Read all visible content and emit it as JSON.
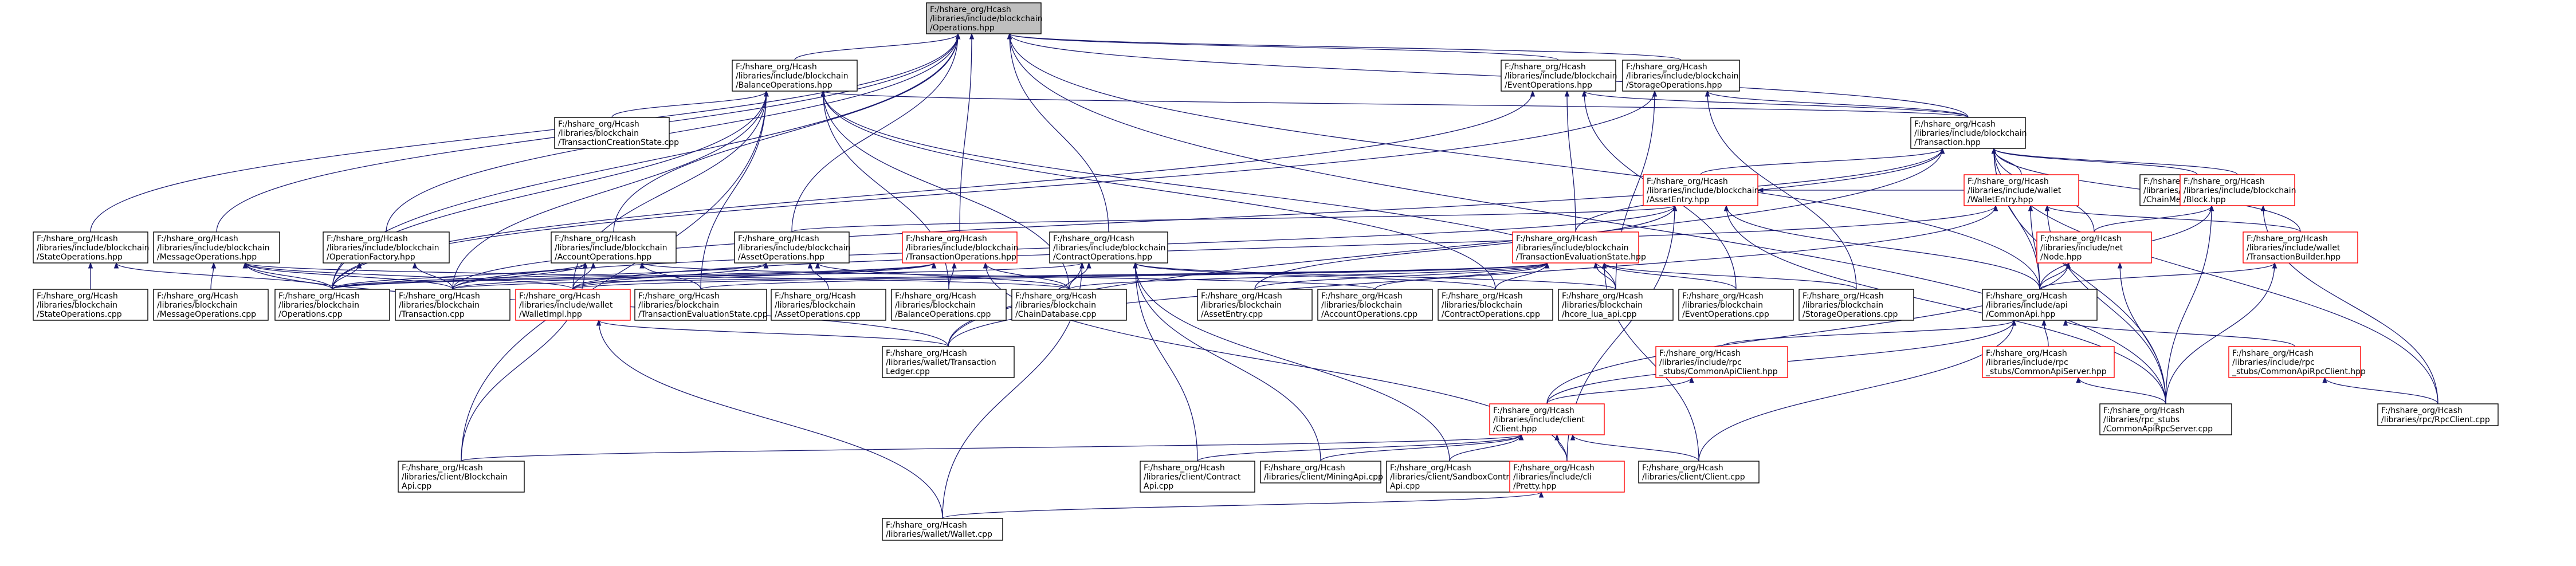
{
  "graph": {
    "edge_color": "#191970",
    "node_border": "#000000",
    "node_border_partial": "#ff0000",
    "root_fill": "#bfbfbf",
    "nodes": [
      {
        "id": "ops",
        "lines": [
          "F:/hshare_org/Hcash",
          "/libraries/include/blockchain",
          "/Operations.hpp"
        ],
        "style": "root"
      },
      {
        "id": "balops",
        "lines": [
          "F:/hshare_org/Hcash",
          "/libraries/include/blockchain",
          "/BalanceOperations.hpp"
        ]
      },
      {
        "id": "eventops",
        "lines": [
          "F:/hshare_org/Hcash",
          "/libraries/include/blockchain",
          "/EventOperations.hpp"
        ]
      },
      {
        "id": "storageops",
        "lines": [
          "F:/hshare_org/Hcash",
          "/libraries/include/blockchain",
          "/StorageOperations.hpp"
        ]
      },
      {
        "id": "transaction",
        "lines": [
          "F:/hshare_org/Hcash",
          "/libraries/include/blockchain",
          "/Transaction.hpp"
        ]
      },
      {
        "id": "txcreation",
        "lines": [
          "F:/hshare_org/Hcash",
          "/libraries/blockchain",
          "/TransactionCreationState.cpp"
        ]
      },
      {
        "id": "assetentry",
        "lines": [
          "F:/hshare_org/Hcash",
          "/libraries/include/blockchain",
          "/AssetEntry.hpp"
        ],
        "style": "red"
      },
      {
        "id": "walletentry",
        "lines": [
          "F:/hshare_org/Hcash",
          "/libraries/include/wallet",
          "/WalletEntry.hpp"
        ],
        "style": "red"
      },
      {
        "id": "chainmsg",
        "lines": [
          "F:/hshare_org/Hcash",
          "/libraries/include/net",
          "/ChainMessages.hpp"
        ]
      },
      {
        "id": "block",
        "lines": [
          "F:/hshare_org/Hcash",
          "/libraries/include/blockchain",
          "/Block.hpp"
        ],
        "style": "red"
      },
      {
        "id": "stateops",
        "lines": [
          "F:/hshare_org/Hcash",
          "/libraries/include/blockchain",
          "/StateOperations.hpp"
        ]
      },
      {
        "id": "msgops",
        "lines": [
          "F:/hshare_org/Hcash",
          "/libraries/include/blockchain",
          "/MessageOperations.hpp"
        ]
      },
      {
        "id": "opfactory",
        "lines": [
          "F:/hshare_org/Hcash",
          "/libraries/include/blockchain",
          "/OperationFactory.hpp"
        ]
      },
      {
        "id": "accountops",
        "lines": [
          "F:/hshare_org/Hcash",
          "/libraries/include/blockchain",
          "/AccountOperations.hpp"
        ]
      },
      {
        "id": "assetops",
        "lines": [
          "F:/hshare_org/Hcash",
          "/libraries/include/blockchain",
          "/AssetOperations.hpp"
        ]
      },
      {
        "id": "txops",
        "lines": [
          "F:/hshare_org/Hcash",
          "/libraries/include/blockchain",
          "/TransactionOperations.hpp"
        ],
        "style": "red"
      },
      {
        "id": "contractops",
        "lines": [
          "F:/hshare_org/Hcash",
          "/libraries/include/blockchain",
          "/ContractOperations.hpp"
        ]
      },
      {
        "id": "txevalstate",
        "lines": [
          "F:/hshare_org/Hcash",
          "/libraries/include/blockchain",
          "/TransactionEvaluationState.hpp"
        ],
        "style": "red"
      },
      {
        "id": "node",
        "lines": [
          "F:/hshare_org/Hcash",
          "/libraries/include/net",
          "/Node.hpp"
        ],
        "style": "red"
      },
      {
        "id": "txbuilder",
        "lines": [
          "F:/hshare_org/Hcash",
          "/libraries/include/wallet",
          "/TransactionBuilder.hpp"
        ],
        "style": "red"
      },
      {
        "id": "stateops_cpp",
        "lines": [
          "F:/hshare_org/Hcash",
          "/libraries/blockchain",
          "/StateOperations.cpp"
        ]
      },
      {
        "id": "msgops_cpp",
        "lines": [
          "F:/hshare_org/Hcash",
          "/libraries/blockchain",
          "/MessageOperations.cpp"
        ]
      },
      {
        "id": "ops_cpp",
        "lines": [
          "F:/hshare_org/Hcash",
          "/libraries/blockchain",
          "/Operations.cpp"
        ]
      },
      {
        "id": "tx_cpp",
        "lines": [
          "F:/hshare_org/Hcash",
          "/libraries/blockchain",
          "/Transaction.cpp"
        ]
      },
      {
        "id": "walletimpl",
        "lines": [
          "F:/hshare_org/Hcash",
          "/libraries/include/wallet",
          "/WalletImpl.hpp"
        ],
        "style": "red"
      },
      {
        "id": "txevalstate_cpp",
        "lines": [
          "F:/hshare_org/Hcash",
          "/libraries/blockchain",
          "/TransactionEvaluationState.cpp"
        ]
      },
      {
        "id": "assetops_cpp",
        "lines": [
          "F:/hshare_org/Hcash",
          "/libraries/blockchain",
          "/AssetOperations.cpp"
        ]
      },
      {
        "id": "balops_cpp",
        "lines": [
          "F:/hshare_org/Hcash",
          "/libraries/blockchain",
          "/BalanceOperations.cpp"
        ]
      },
      {
        "id": "chaindb_cpp",
        "lines": [
          "F:/hshare_org/Hcash",
          "/libraries/blockchain",
          "/ChainDatabase.cpp"
        ]
      },
      {
        "id": "assetentry_cpp",
        "lines": [
          "F:/hshare_org/Hcash",
          "/libraries/blockchain",
          "/AssetEntry.cpp"
        ]
      },
      {
        "id": "accountops_cpp",
        "lines": [
          "F:/hshare_org/Hcash",
          "/libraries/blockchain",
          "/AccountOperations.cpp"
        ]
      },
      {
        "id": "contractops_cpp",
        "lines": [
          "F:/hshare_org/Hcash",
          "/libraries/blockchain",
          "/ContractOperations.cpp"
        ]
      },
      {
        "id": "hcore_lua",
        "lines": [
          "F:/hshare_org/Hcash",
          "/libraries/blockchain",
          "/hcore_lua_api.cpp"
        ]
      },
      {
        "id": "eventops_cpp",
        "lines": [
          "F:/hshare_org/Hcash",
          "/libraries/blockchain",
          "/EventOperations.cpp"
        ]
      },
      {
        "id": "storageops_cpp",
        "lines": [
          "F:/hshare_org/Hcash",
          "/libraries/blockchain",
          "/StorageOperations.cpp"
        ]
      },
      {
        "id": "commonapi",
        "lines": [
          "F:/hshare_org/Hcash",
          "/libraries/include/api",
          "/CommonApi.hpp"
        ]
      },
      {
        "id": "txledger",
        "lines": [
          "F:/hshare_org/Hcash",
          "/libraries/wallet/Transaction",
          "Ledger.cpp"
        ]
      },
      {
        "id": "rpcclient_hpp",
        "lines": [
          "F:/hshare_org/Hcash",
          "/libraries/include/rpc",
          "_stubs/CommonApiClient.hpp"
        ],
        "style": "red"
      },
      {
        "id": "rpcserver_hpp",
        "lines": [
          "F:/hshare_org/Hcash",
          "/libraries/include/rpc",
          "_stubs/CommonApiServer.hpp"
        ],
        "style": "red"
      },
      {
        "id": "rpcapiclient_hpp",
        "lines": [
          "F:/hshare_org/Hcash",
          "/libraries/include/rpc",
          "_stubs/CommonApiRpcClient.hpp"
        ],
        "style": "red"
      },
      {
        "id": "client_hpp",
        "lines": [
          "F:/hshare_org/Hcash",
          "/libraries/include/client",
          "/Client.hpp"
        ],
        "style": "red"
      },
      {
        "id": "rpcserver_cpp",
        "lines": [
          "F:/hshare_org/Hcash",
          "/libraries/rpc_stubs",
          "/CommonApiRpcServer.cpp"
        ]
      },
      {
        "id": "rpcclient_cpp",
        "lines": [
          "F:/hshare_org/Hcash",
          "/libraries/rpc/RpcClient.cpp"
        ]
      },
      {
        "id": "blockchainapi",
        "lines": [
          "F:/hshare_org/Hcash",
          "/libraries/client/Blockchain",
          "Api.cpp"
        ]
      },
      {
        "id": "contractapi",
        "lines": [
          "F:/hshare_org/Hcash",
          "/libraries/client/Contract",
          "Api.cpp"
        ]
      },
      {
        "id": "miningapi",
        "lines": [
          "F:/hshare_org/Hcash",
          "/libraries/client/MiningApi.cpp"
        ]
      },
      {
        "id": "sandboxapi",
        "lines": [
          "F:/hshare_org/Hcash",
          "/libraries/client/SandboxContract",
          "Api.cpp"
        ]
      },
      {
        "id": "pretty",
        "lines": [
          "F:/hshare_org/Hcash",
          "/libraries/include/cli",
          "/Pretty.hpp"
        ],
        "style": "red"
      },
      {
        "id": "client_cpp",
        "lines": [
          "F:/hshare_org/Hcash",
          "/libraries/client/Client.cpp"
        ]
      },
      {
        "id": "wallet_cpp",
        "lines": [
          "F:/hshare_org/Hcash",
          "/libraries/wallet/Wallet.cpp"
        ]
      }
    ],
    "edges": [
      [
        "balops",
        "ops"
      ],
      [
        "eventops",
        "ops"
      ],
      [
        "storageops",
        "ops"
      ],
      [
        "transaction",
        "ops"
      ],
      [
        "stateops",
        "ops"
      ],
      [
        "msgops",
        "ops"
      ],
      [
        "opfactory",
        "ops"
      ],
      [
        "accountops",
        "ops"
      ],
      [
        "assetops",
        "ops"
      ],
      [
        "txops",
        "ops"
      ],
      [
        "contractops",
        "ops"
      ],
      [
        "commonapi",
        "ops"
      ],
      [
        "rpcserver_cpp",
        "ops"
      ],
      [
        "ops_cpp",
        "ops"
      ],
      [
        "transaction",
        "balops"
      ],
      [
        "txcreation",
        "balops"
      ],
      [
        "ops_cpp",
        "balops"
      ],
      [
        "tx_cpp",
        "balops"
      ],
      [
        "txevalstate_cpp",
        "balops"
      ],
      [
        "balops_cpp",
        "balops"
      ],
      [
        "chaindb_cpp",
        "balops"
      ],
      [
        "contractops_cpp",
        "balops"
      ],
      [
        "hcore_lua",
        "balops"
      ],
      [
        "blockchainapi",
        "balops"
      ],
      [
        "walletimpl",
        "balops"
      ],
      [
        "transaction",
        "eventops"
      ],
      [
        "txevalstate",
        "eventops"
      ],
      [
        "eventops_cpp",
        "eventops"
      ],
      [
        "ops_cpp",
        "eventops"
      ],
      [
        "transaction",
        "storageops"
      ],
      [
        "storageops_cpp",
        "storageops"
      ],
      [
        "hcore_lua",
        "storageops"
      ],
      [
        "ops_cpp",
        "storageops"
      ],
      [
        "assetentry",
        "transaction"
      ],
      [
        "walletentry",
        "transaction"
      ],
      [
        "chainmsg",
        "transaction"
      ],
      [
        "block",
        "transaction"
      ],
      [
        "node",
        "transaction"
      ],
      [
        "txbuilder",
        "transaction"
      ],
      [
        "commonapi",
        "transaction"
      ],
      [
        "txevalstate",
        "transaction"
      ],
      [
        "tx_cpp",
        "transaction"
      ],
      [
        "rpcserver_cpp",
        "transaction"
      ],
      [
        "rpcclient_cpp",
        "transaction"
      ],
      [
        "txledger",
        "transaction"
      ],
      [
        "assetops",
        "assetentry"
      ],
      [
        "commonapi",
        "assetentry"
      ],
      [
        "walletentry",
        "assetentry"
      ],
      [
        "pretty",
        "assetentry"
      ],
      [
        "tx_cpp",
        "assetentry"
      ],
      [
        "assetentry_cpp",
        "assetentry"
      ],
      [
        "rpcserver_cpp",
        "assetentry"
      ],
      [
        "walletimpl",
        "walletentry"
      ],
      [
        "commonapi",
        "walletentry"
      ],
      [
        "txbuilder",
        "walletentry"
      ],
      [
        "rpcserver_cpp",
        "walletentry"
      ],
      [
        "txledger",
        "walletentry"
      ],
      [
        "node",
        "block"
      ],
      [
        "chainmsg",
        "block"
      ],
      [
        "commonapi",
        "block"
      ],
      [
        "rpcserver_cpp",
        "block"
      ],
      [
        "rpcclient_cpp",
        "block"
      ],
      [
        "commonapi",
        "txbuilder"
      ],
      [
        "rpcserver_cpp",
        "txbuilder"
      ],
      [
        "client_hpp",
        "node"
      ],
      [
        "rpcserver_cpp",
        "node"
      ],
      [
        "commonapi",
        "node"
      ],
      [
        "stateops_cpp",
        "stateops"
      ],
      [
        "ops_cpp",
        "stateops"
      ],
      [
        "msgops_cpp",
        "msgops"
      ],
      [
        "ops_cpp",
        "msgops"
      ],
      [
        "tx_cpp",
        "msgops"
      ],
      [
        "walletimpl",
        "msgops"
      ],
      [
        "chaindb_cpp",
        "msgops"
      ],
      [
        "txledger",
        "msgops"
      ],
      [
        "ops_cpp",
        "opfactory"
      ],
      [
        "tx_cpp",
        "opfactory"
      ],
      [
        "ops_cpp",
        "accountops"
      ],
      [
        "tx_cpp",
        "accountops"
      ],
      [
        "walletimpl",
        "accountops"
      ],
      [
        "accountops_cpp",
        "accountops"
      ],
      [
        "txevalstate_cpp",
        "accountops"
      ],
      [
        "blockchainapi",
        "accountops"
      ],
      [
        "assetops_cpp",
        "assetops"
      ],
      [
        "ops_cpp",
        "assetops"
      ],
      [
        "walletimpl",
        "assetops"
      ],
      [
        "chaindb_cpp",
        "assetops"
      ],
      [
        "ops_cpp",
        "txops"
      ],
      [
        "tx_cpp",
        "txops"
      ],
      [
        "walletimpl",
        "txops"
      ],
      [
        "balops_cpp",
        "txops"
      ],
      [
        "chaindb_cpp",
        "txops"
      ],
      [
        "pretty",
        "txops"
      ],
      [
        "contractops_cpp",
        "contractops"
      ],
      [
        "ops_cpp",
        "contractops"
      ],
      [
        "hcore_lua",
        "contractops"
      ],
      [
        "chaindb_cpp",
        "contractops"
      ],
      [
        "contractapi",
        "contractops"
      ],
      [
        "sandboxapi",
        "contractops"
      ],
      [
        "wallet_cpp",
        "contractops"
      ],
      [
        "txledger",
        "contractops"
      ],
      [
        "miningapi",
        "contractops"
      ],
      [
        "accountops_cpp",
        "txevalstate"
      ],
      [
        "assetentry_cpp",
        "txevalstate"
      ],
      [
        "contractops_cpp",
        "txevalstate"
      ],
      [
        "hcore_lua",
        "txevalstate"
      ],
      [
        "eventops_cpp",
        "txevalstate"
      ],
      [
        "storageops_cpp",
        "txevalstate"
      ],
      [
        "client_cpp",
        "txevalstate"
      ],
      [
        "chaindb_cpp",
        "txevalstate"
      ],
      [
        "walletimpl",
        "txevalstate"
      ],
      [
        "tx_cpp",
        "txevalstate"
      ],
      [
        "txevalstate_cpp",
        "txevalstate"
      ],
      [
        "txledger",
        "walletimpl"
      ],
      [
        "wallet_cpp",
        "walletimpl"
      ],
      [
        "rpcclient_hpp",
        "commonapi"
      ],
      [
        "rpcserver_hpp",
        "commonapi"
      ],
      [
        "rpcapiclient_hpp",
        "commonapi"
      ],
      [
        "client_hpp",
        "commonapi"
      ],
      [
        "client_cpp",
        "commonapi"
      ],
      [
        "client_hpp",
        "rpcclient_hpp"
      ],
      [
        "rpcserver_cpp",
        "rpcserver_hpp"
      ],
      [
        "rpcclient_cpp",
        "rpcapiclient_hpp"
      ],
      [
        "blockchainapi",
        "client_hpp"
      ],
      [
        "contractapi",
        "client_hpp"
      ],
      [
        "miningapi",
        "client_hpp"
      ],
      [
        "sandboxapi",
        "client_hpp"
      ],
      [
        "pretty",
        "client_hpp"
      ],
      [
        "client_cpp",
        "client_hpp"
      ],
      [
        "wallet_cpp",
        "pretty"
      ]
    ]
  }
}
